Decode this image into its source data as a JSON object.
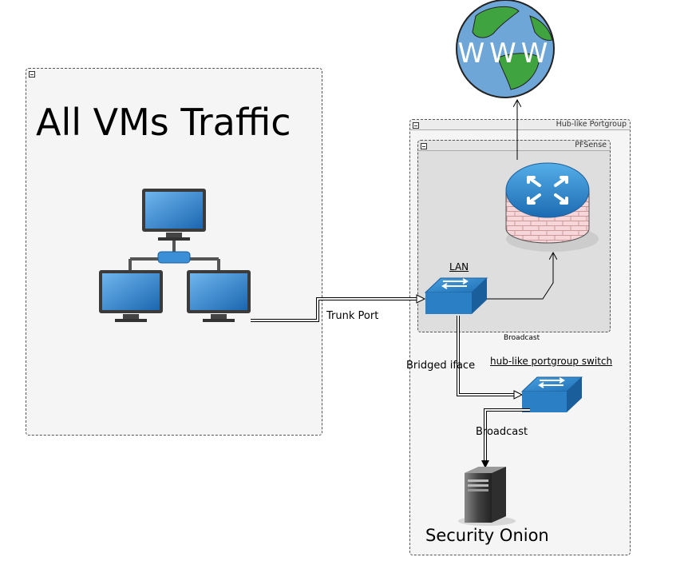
{
  "groups": {
    "vms": {
      "title": "All VMs Traffic"
    },
    "hub": {
      "title": "Hub-like Portgroup"
    },
    "pfsense": {
      "title": "PFSense",
      "footer": "Broadcast"
    }
  },
  "labels": {
    "lan": "LAN",
    "trunk_port": "Trunk Port",
    "bridged_iface": "Bridged iface",
    "hub_switch": "hub-like portgroup switch",
    "broadcast": "Broadcast",
    "security_onion": "Security Onion"
  },
  "globe": {
    "text": "WWW"
  },
  "colors": {
    "switch_blue": "#2b7fc4",
    "globe_ocean": "#6fa6d8",
    "globe_land": "#3fa33f",
    "firewall_brick": "#f3cdd0",
    "monitor_blue": "#2a7fc6"
  }
}
